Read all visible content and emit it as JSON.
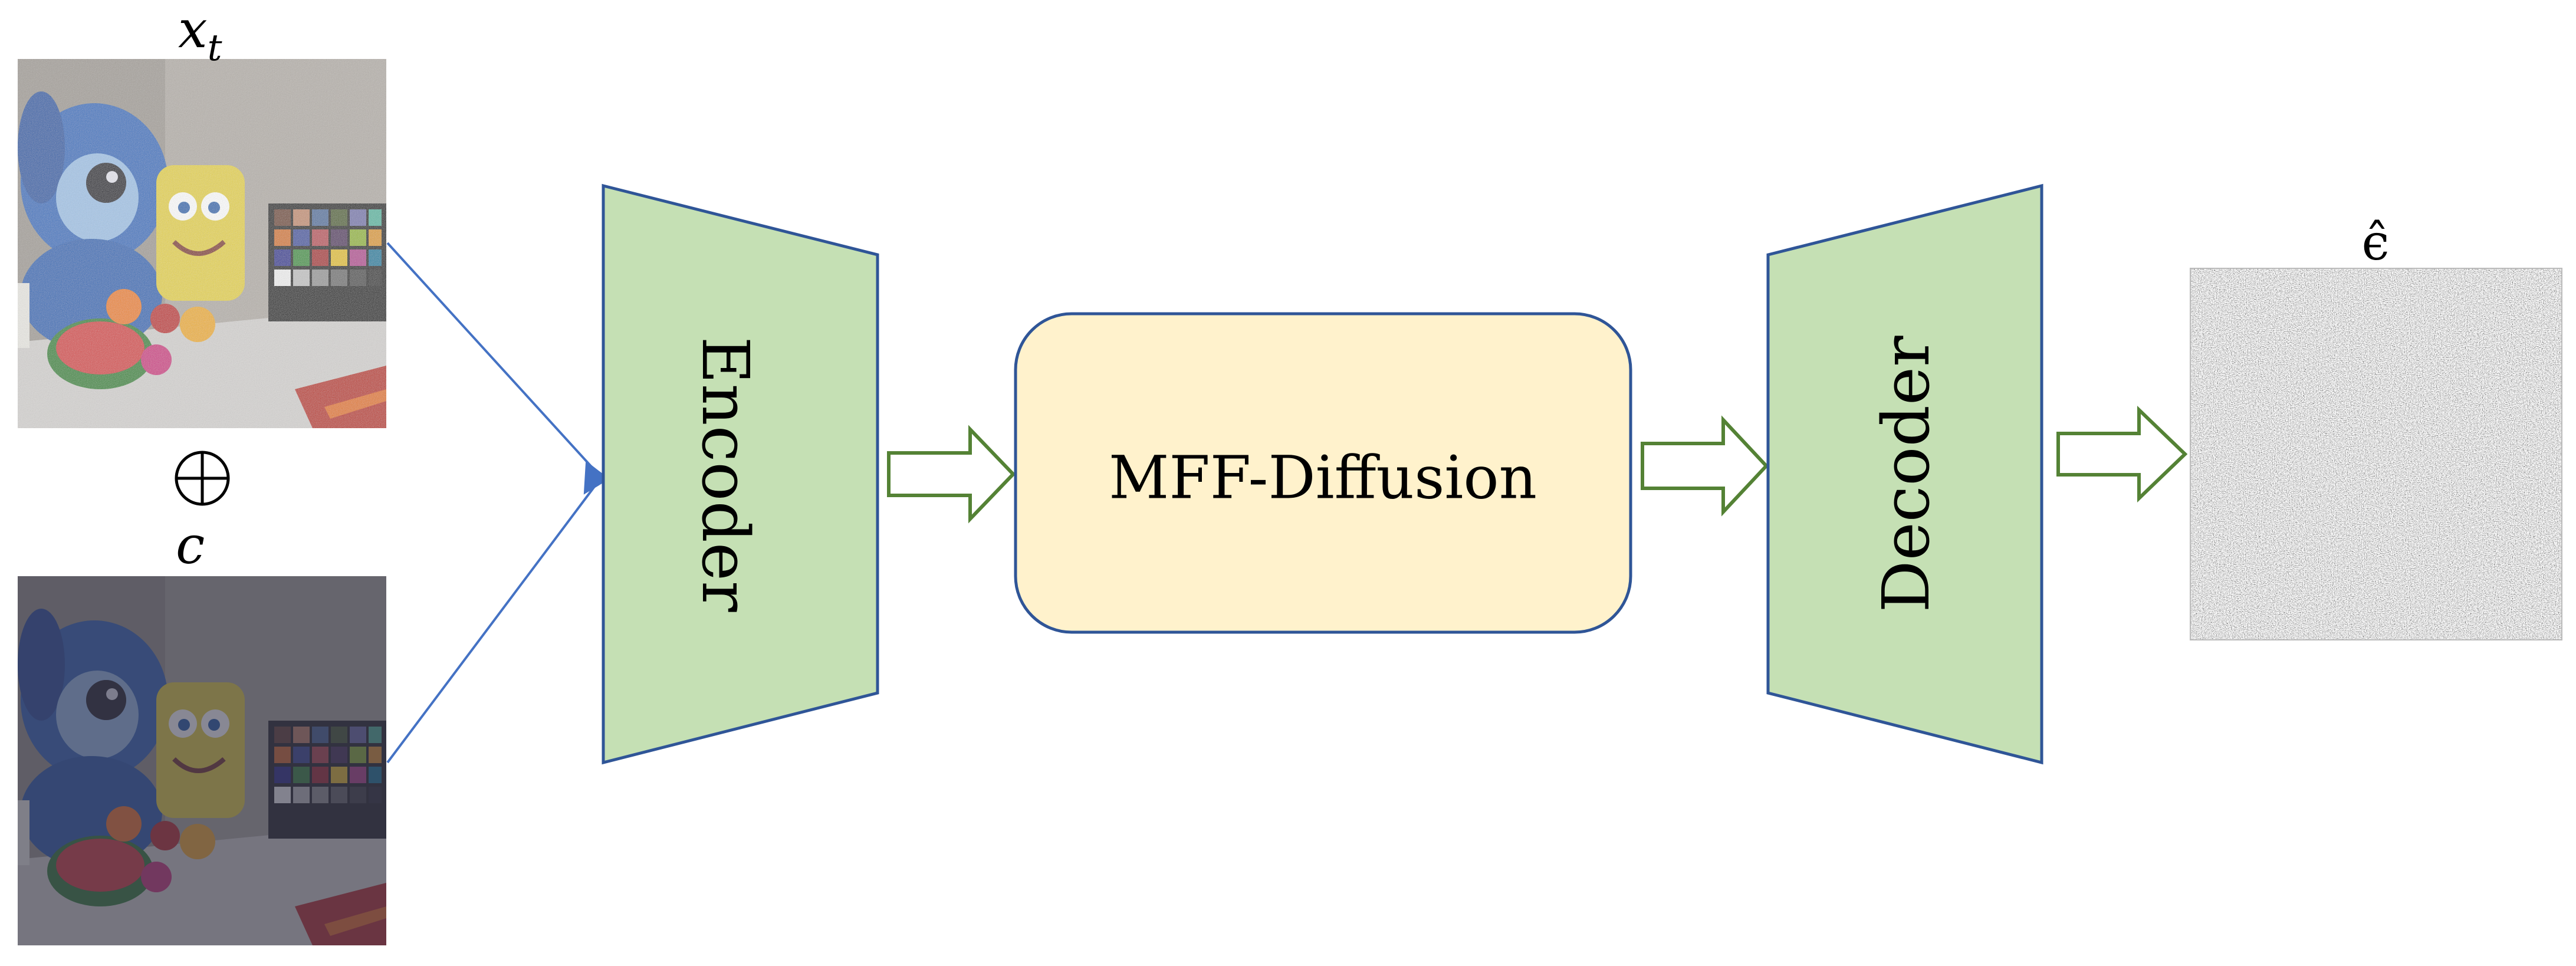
{
  "labels": {
    "input_noisy": "x",
    "input_noisy_sub": "t",
    "concat_symbol": "⊕",
    "input_condition": "c",
    "output_noise": "ϵ̂"
  },
  "blocks": {
    "encoder": "Encoder",
    "mff_diffusion": "MFF-Diffusion",
    "decoder": "Decoder"
  },
  "images": {
    "noisy": "noisy-low-light-scene-image",
    "condition": "dark-low-light-scene-image",
    "noise": "predicted-noise-image"
  },
  "colors": {
    "trapezoid_fill": "#c5e0b4",
    "trapezoid_stroke": "#2f5597",
    "diffusion_fill": "#fff2cc",
    "diffusion_stroke": "#2f5597",
    "input_line": "#4472c4",
    "hollow_arrow": "#548235"
  }
}
